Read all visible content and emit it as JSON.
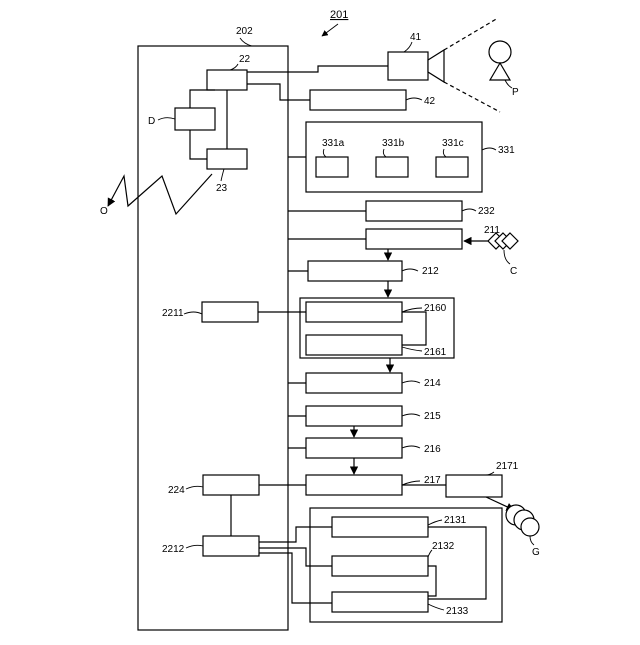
{
  "figure_number": "201",
  "labels": {
    "main": "202",
    "b22": "22",
    "b23": "23",
    "d": "D",
    "o": "O",
    "cam": "41",
    "p": "P",
    "b42": "42",
    "b331": "331",
    "b331a": "331a",
    "b331b": "331b",
    "b331c": "331c",
    "b232": "232",
    "b211": "211",
    "c": "C",
    "b212": "212",
    "b2211": "2211",
    "b2160": "2160",
    "b2161": "2161",
    "b214": "214",
    "b215": "215",
    "b216": "216",
    "b224": "224",
    "b217": "217",
    "b2171": "2171",
    "g": "G",
    "b2212": "2212",
    "b2131": "2131",
    "b2132": "2132",
    "b2133": "2133"
  }
}
